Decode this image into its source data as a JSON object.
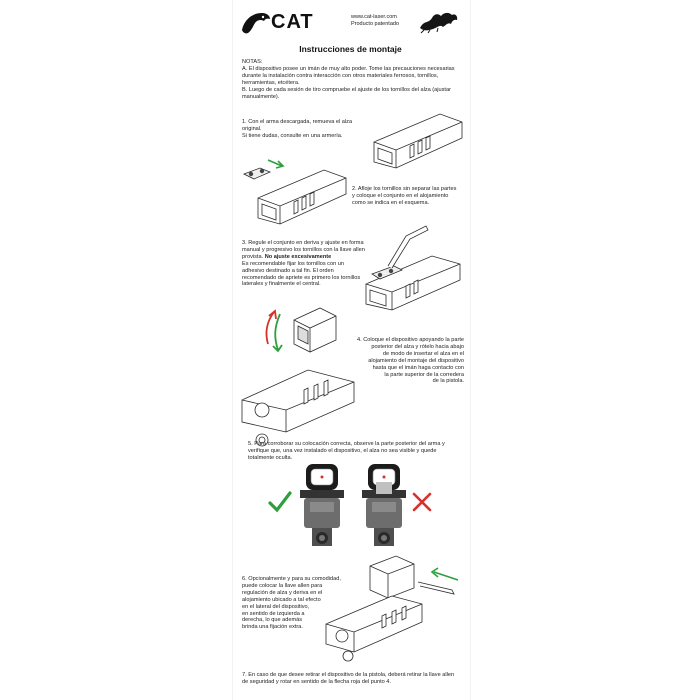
{
  "brand": "CAT",
  "header": {
    "website": "www.cat-laser.com",
    "patent": "Producto patentado"
  },
  "title": "Instrucciones de montaje",
  "notes": {
    "heading": "NOTAS:",
    "lines": [
      "A. El dispositivo posee un imán de muy alto poder. Tome las precauciones necesarias",
      "durante la instalación contra interacción con otros materiales ferrosos, tornillos,",
      "herramientas, etcétera.",
      "B. Luego de cada sesión de tiro compruebe el ajuste de los tornillos del alza (ajustar",
      "manualmente)."
    ]
  },
  "steps": {
    "s1": [
      "1.  Con el arma descargada, remueva el alza original.",
      "Si tiene dudas, consulte en una armería."
    ],
    "s2": [
      "2. Afloje los tornillos sin separar las partes",
      "y coloque el conjunto en el alojamiento",
      "como se indica en el esquema."
    ],
    "s3": {
      "lines_a": [
        "3.  Regule el conjunto en deriva y ajuste en forma",
        "manual y progresivo los tornillos con la llave allen"
      ],
      "provista": "provista. ",
      "emph": "No ajuste excesivamente",
      "lines_b": [
        "Es recomendable fijar los tornillos con un",
        "adhesivo destinado a tal fin. El orden",
        "recomendado de apriete es primero los tornillos",
        "laterales y finalmente el central."
      ]
    },
    "s4": [
      "4. Coloque el dispositivo apoyando la parte",
      "posterior del alza y rótelo hacia abajo",
      "de modo de insertar el alza en el",
      "alojamiento del montaje del dispositivo",
      "hasta que el imán haga contacto con",
      "la parte superior de la corredera",
      "de la pistola."
    ],
    "s5": [
      "5. Para corroborar su colocación correcta, observe la parte posterior del arma y",
      "verifique que, una vez instalado el dispositivo, el alza no sea visible y quede",
      "totalmente oculta."
    ],
    "s6": [
      "6. Opcionalmente y para su comodidad,",
      "puede colocar la llave allen para",
      "regulación de alza y deriva en el",
      "alojamiento ubicado a tal efecto",
      "en el lateral del dispositivo,",
      "en sentido de izquierda a",
      "derecha, lo que además",
      "brinda una fijación extra."
    ],
    "s7": [
      "7. En caso de que desee retirar el dispositivo de la pistola, deberá retirar la llave allen",
      "de seguridad y rotar en sentido de la flecha roja del punto 4."
    ]
  },
  "colors": {
    "green": "#2e9e3e",
    "red": "#d9302b",
    "ink": "#2a2a2a",
    "gray": "#6b6b6b"
  },
  "icons": [
    "panther-logo-icon",
    "dragon-icon",
    "check-icon",
    "cross-icon"
  ]
}
